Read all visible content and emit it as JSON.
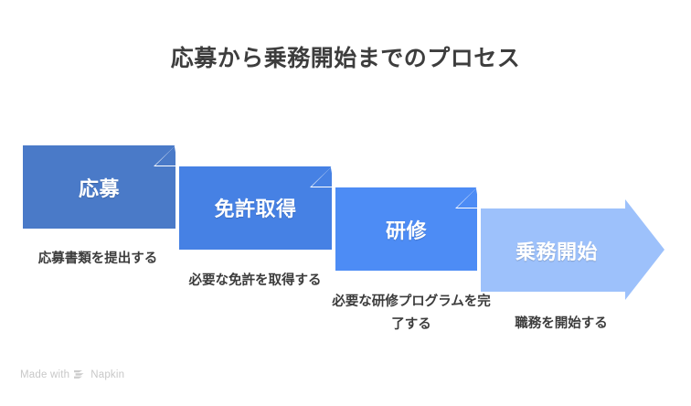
{
  "page": {
    "title": "応募から乗務開始までのプロセス",
    "background_color": "#ffffff",
    "title_color": "#3d3d3d"
  },
  "chart_data": {
    "type": "diagram",
    "diagram_type": "chevron-process-arrow",
    "title": "応募から乗務開始までのプロセス",
    "orientation": "horizontal-descending",
    "step_count": 4,
    "steps": [
      {
        "index": 1,
        "label": "応募",
        "caption": "応募書類を提出する",
        "color": "#4a7ac8",
        "shape": "rectangle-folded"
      },
      {
        "index": 2,
        "label": "免許取得",
        "caption": "必要な免許を取得する",
        "color": "#4681e4",
        "shape": "rectangle-folded"
      },
      {
        "index": 3,
        "label": "研修",
        "caption": "必要な研修プログラムを完了する",
        "color": "#4d8cf5",
        "shape": "rectangle-folded"
      },
      {
        "index": 4,
        "label": "乗務開始",
        "caption": "職務を開始する",
        "color": "#9dc1fb",
        "shape": "arrow-head"
      }
    ],
    "label_color": "#ffffff",
    "caption_color": "#3c3c3c"
  },
  "footer": {
    "made_with_text": "Made with",
    "brand": "Napkin",
    "color": "#c8c8c8"
  }
}
